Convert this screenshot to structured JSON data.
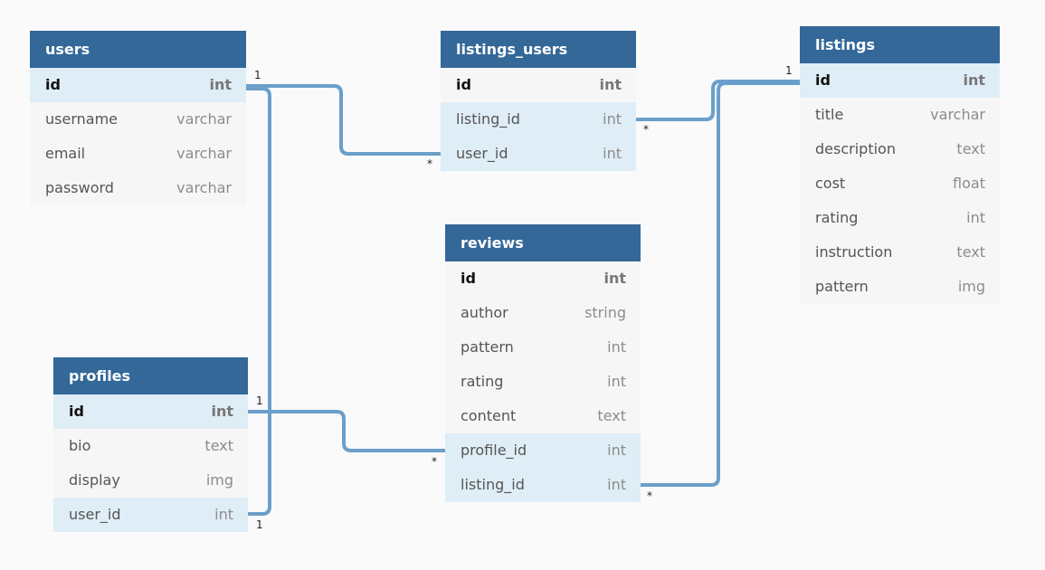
{
  "tables": [
    {
      "name": "users",
      "columns": [
        {
          "name": "id",
          "type": "int"
        },
        {
          "name": "username",
          "type": "varchar"
        },
        {
          "name": "email",
          "type": "varchar"
        },
        {
          "name": "password",
          "type": "varchar"
        }
      ]
    },
    {
      "name": "listings_users",
      "columns": [
        {
          "name": "id",
          "type": "int"
        },
        {
          "name": "listing_id",
          "type": "int"
        },
        {
          "name": "user_id",
          "type": "int"
        }
      ]
    },
    {
      "name": "listings",
      "columns": [
        {
          "name": "id",
          "type": "int"
        },
        {
          "name": "title",
          "type": "varchar"
        },
        {
          "name": "description",
          "type": "text"
        },
        {
          "name": "cost",
          "type": "float"
        },
        {
          "name": "rating",
          "type": "int"
        },
        {
          "name": "instruction",
          "type": "text"
        },
        {
          "name": "pattern",
          "type": "img"
        }
      ]
    },
    {
      "name": "reviews",
      "columns": [
        {
          "name": "id",
          "type": "int"
        },
        {
          "name": "author",
          "type": "string"
        },
        {
          "name": "pattern",
          "type": "int"
        },
        {
          "name": "rating",
          "type": "int"
        },
        {
          "name": "content",
          "type": "text"
        },
        {
          "name": "profile_id",
          "type": "int"
        },
        {
          "name": "listing_id",
          "type": "int"
        }
      ]
    },
    {
      "name": "profiles",
      "columns": [
        {
          "name": "id",
          "type": "int"
        },
        {
          "name": "bio",
          "type": "text"
        },
        {
          "name": "display",
          "type": "img"
        },
        {
          "name": "user_id",
          "type": "int"
        }
      ]
    }
  ],
  "relationships": [
    {
      "from": "users.id",
      "to": "listings_users.user_id",
      "from_card": "1",
      "to_card": "*"
    },
    {
      "from": "listings.id",
      "to": "listings_users.listing_id",
      "from_card": "1",
      "to_card": "*"
    },
    {
      "from": "listings.id",
      "to": "reviews.listing_id",
      "from_card": "1",
      "to_card": "*"
    },
    {
      "from": "profiles.id",
      "to": "reviews.profile_id",
      "from_card": "1",
      "to_card": "*"
    },
    {
      "from": "users.id",
      "to": "profiles.user_id",
      "from_card": "1",
      "to_card": "1"
    }
  ],
  "colors": {
    "header": "#336898",
    "highlight_row": "#dfedf6",
    "row": "#f6f6f6",
    "link": "#6a9fcb"
  }
}
